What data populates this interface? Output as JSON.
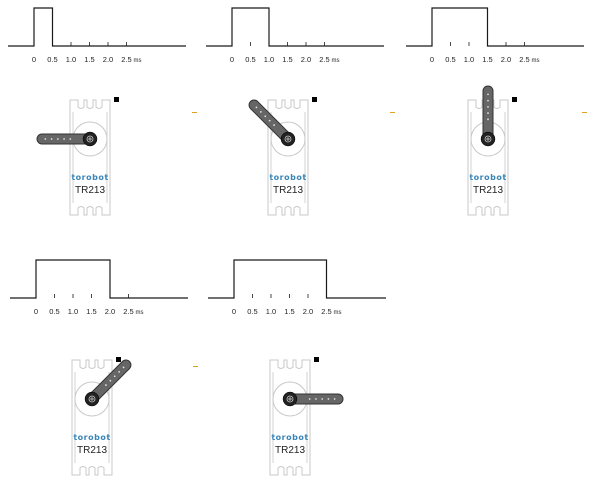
{
  "colors": {
    "line": "#1a1a1a",
    "body_outline": "#c8c8c8",
    "arm_fill": "#666666",
    "arm_stroke": "#333333",
    "brand": "#3a86b8",
    "dash": "#e0a020"
  },
  "tick_labels": [
    "0",
    "0.5",
    "1.0",
    "1.5",
    "2.0",
    "2.5"
  ],
  "unit": "ms",
  "servo": {
    "brand": "torobot",
    "model": "TR213"
  },
  "panels": [
    {
      "pulse_width_ms": 0.5,
      "arm_angle_deg": 0
    },
    {
      "pulse_width_ms": 1.0,
      "arm_angle_deg": 45
    },
    {
      "pulse_width_ms": 1.5,
      "arm_angle_deg": 90
    },
    {
      "pulse_width_ms": 2.0,
      "arm_angle_deg": 135
    },
    {
      "pulse_width_ms": 2.5,
      "arm_angle_deg": 180
    }
  ]
}
